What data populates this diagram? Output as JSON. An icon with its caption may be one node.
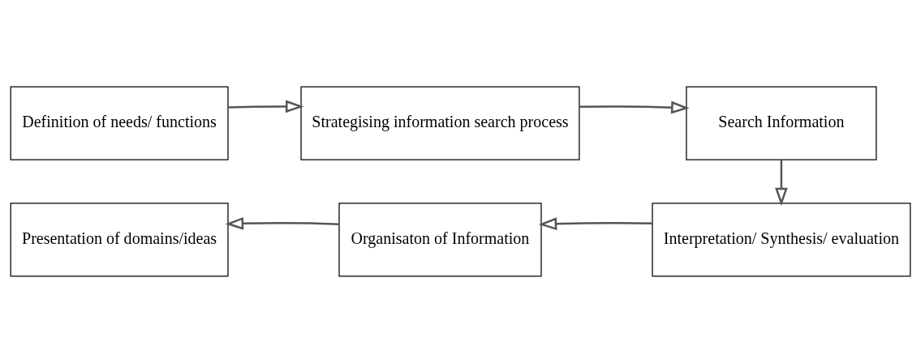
{
  "diagram": {
    "nodes": [
      {
        "text": [
          "Definition of needs/ functions"
        ]
      },
      {
        "text": [
          "Presentation of domains/ideas"
        ]
      },
      {
        "text": [
          "Strategising information search process"
        ]
      },
      {
        "text": [
          "Organisaton of Information"
        ]
      },
      {
        "text": [
          "Search Information"
        ]
      },
      {
        "text": [
          "Interpretation/ Synthesis/ evaluation"
        ]
      }
    ],
    "edges": [
      {
        "from": 0,
        "to": 2,
        "arrow": "to"
      },
      {
        "from": 2,
        "to": 4,
        "arrow": "to"
      },
      {
        "from": 4,
        "to": 5,
        "arrow": "to"
      },
      {
        "from": 5,
        "to": 3,
        "arrow": "to"
      },
      {
        "from": 3,
        "to": 1,
        "arrow": "to"
      }
    ]
  }
}
